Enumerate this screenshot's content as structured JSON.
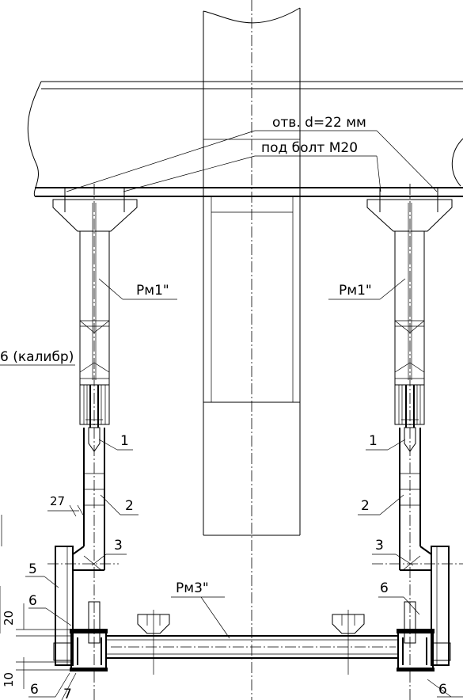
{
  "labels": {
    "hole_line1": "отв. d=22 мм",
    "hole_line2": "под болт М20",
    "rod_left": "Рм1\"",
    "rod_right": "Рм1\"",
    "rod_bottom": "Рм3\"",
    "calibre": "6 (калибр)",
    "pos1_left": "1",
    "pos1_right": "1",
    "pos2_left": "2",
    "pos2_right": "2",
    "pos3_left": "3",
    "pos3_right": "3",
    "pos5_left": "5",
    "pos6_left_top": "6",
    "pos6_right_top": "6",
    "pos6_left_bottom": "6",
    "pos6_right_bottom": "6",
    "pos7_left": "7",
    "dim_27": "27",
    "dim_20": "20",
    "dim_10": "10"
  }
}
